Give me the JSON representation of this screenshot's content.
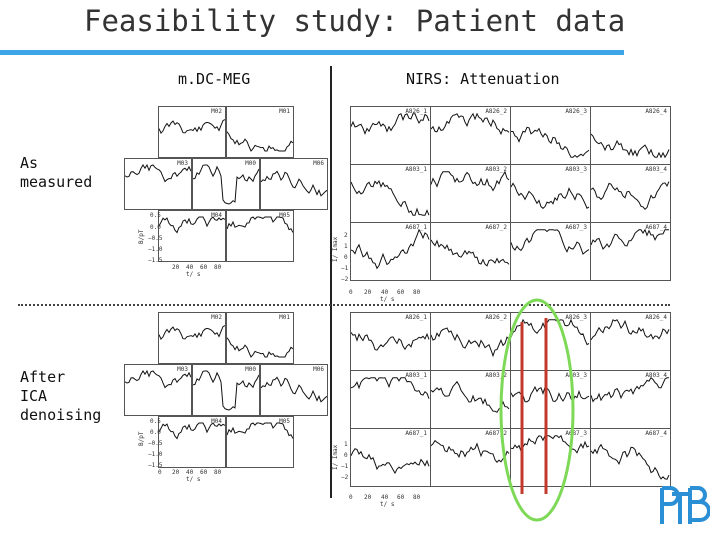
{
  "header": {
    "title": "Feasibility study: Patient data",
    "accent_color": "#3ea6e6"
  },
  "columns": {
    "meg": "m.DC-MEG",
    "nirs": "NIRS: Attenuation"
  },
  "rows": [
    {
      "key": "measured",
      "label": "As\nmeasured"
    },
    {
      "key": "denoised",
      "label": "After\nICA\ndenoising"
    }
  ],
  "meg_channels": [
    "M02",
    "M01",
    "M03",
    "M00",
    "M06",
    "M04",
    "M05"
  ],
  "meg_channels_bottom": [
    "M02",
    "M01",
    "M03",
    "M00",
    "M06",
    "M04",
    "M05"
  ],
  "meg_axis": {
    "y_label": "B/pT",
    "y_ticks": [
      "0.5",
      "0.0",
      "−0.5",
      "−1.0",
      "−1.5"
    ],
    "x_label": "t/ s",
    "x_ticks_top": [
      "20",
      "40",
      "60",
      "80"
    ],
    "x_ticks_bottom": [
      "0",
      "20",
      "40",
      "60",
      "80"
    ]
  },
  "nirs_channels": [
    "A826_1",
    "A826_2",
    "A826_3",
    "A826_4",
    "A803_1",
    "A803_2",
    "A803_3",
    "A803_4",
    "A687_1",
    "A687_2",
    "A687_3",
    "A687_4"
  ],
  "nirs_axis": {
    "y_label": "I/ Imax",
    "y_ticks_top": [
      "2",
      "1",
      "0",
      "−1",
      "−2"
    ],
    "y_ticks_bottom": [
      "1",
      "0",
      "−1",
      "−2"
    ],
    "x_label": "t/ s",
    "x_ticks_top": [
      "0",
      "20",
      "40",
      "60",
      "80"
    ],
    "x_ticks_bottom": [
      "0",
      "20",
      "40",
      "60",
      "80"
    ]
  },
  "highlight": {
    "ellipse_color": "#7ed957",
    "line_color": "#c0392b"
  },
  "logo": {
    "text": "PTB",
    "color": "#2b8fd6"
  }
}
